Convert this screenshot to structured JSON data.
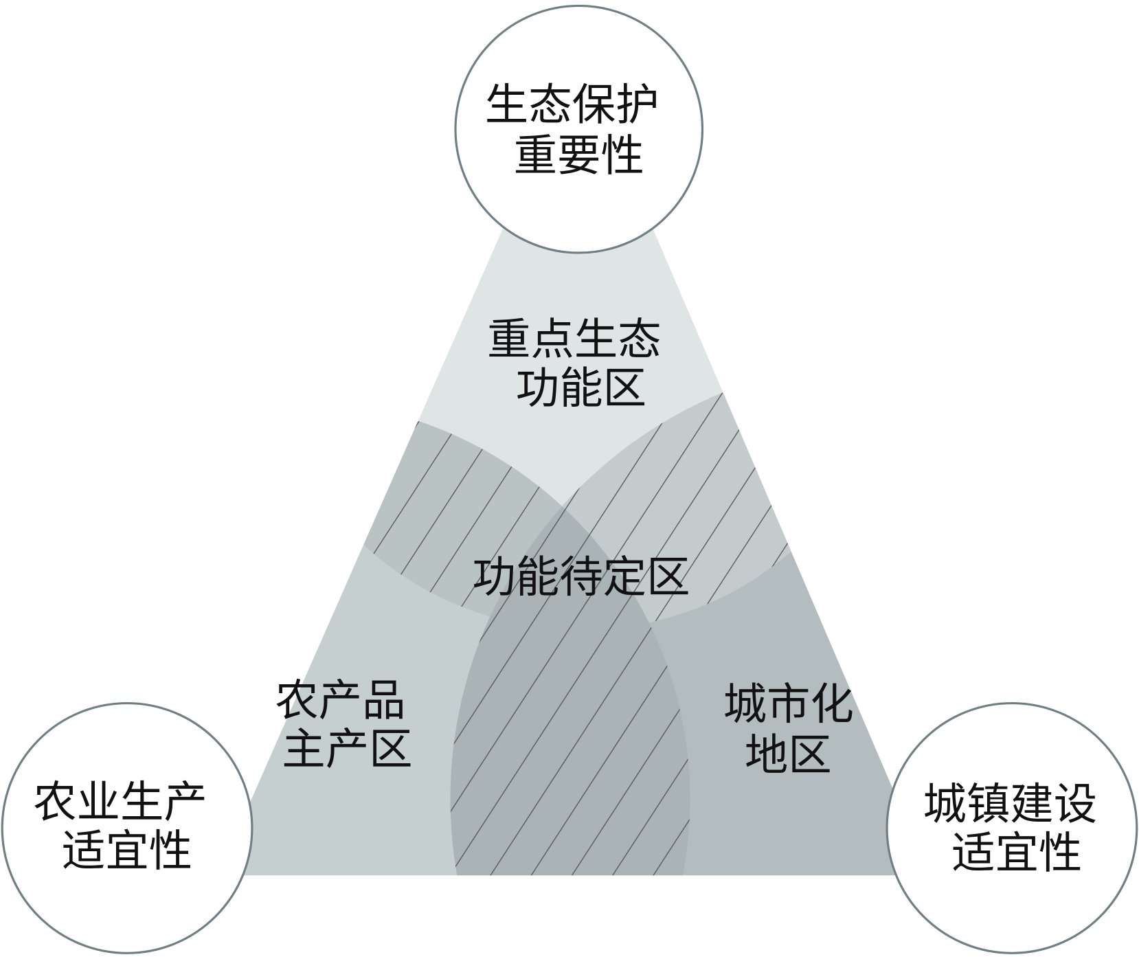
{
  "title": "主体功能区划分示意",
  "factors": {
    "ecology": [
      "生态保护",
      "重要性"
    ],
    "agriculture": [
      "农业生产",
      "适宜性"
    ],
    "urban": [
      "城镇建设",
      "适宜性"
    ]
  },
  "zones": {
    "eco_function": [
      "重点生态",
      "功能区"
    ],
    "undetermined": "功能待定区",
    "agri_main": [
      "农产品",
      "主产区"
    ],
    "urbanized": [
      "城市化",
      "地区"
    ]
  },
  "colors": {
    "eco_zone": "#dfe5e5",
    "agri_zone": "#c6cfd0",
    "urban_zone": "#b3bcbf",
    "outline": "#6f7f84",
    "hatch": "#555555"
  }
}
